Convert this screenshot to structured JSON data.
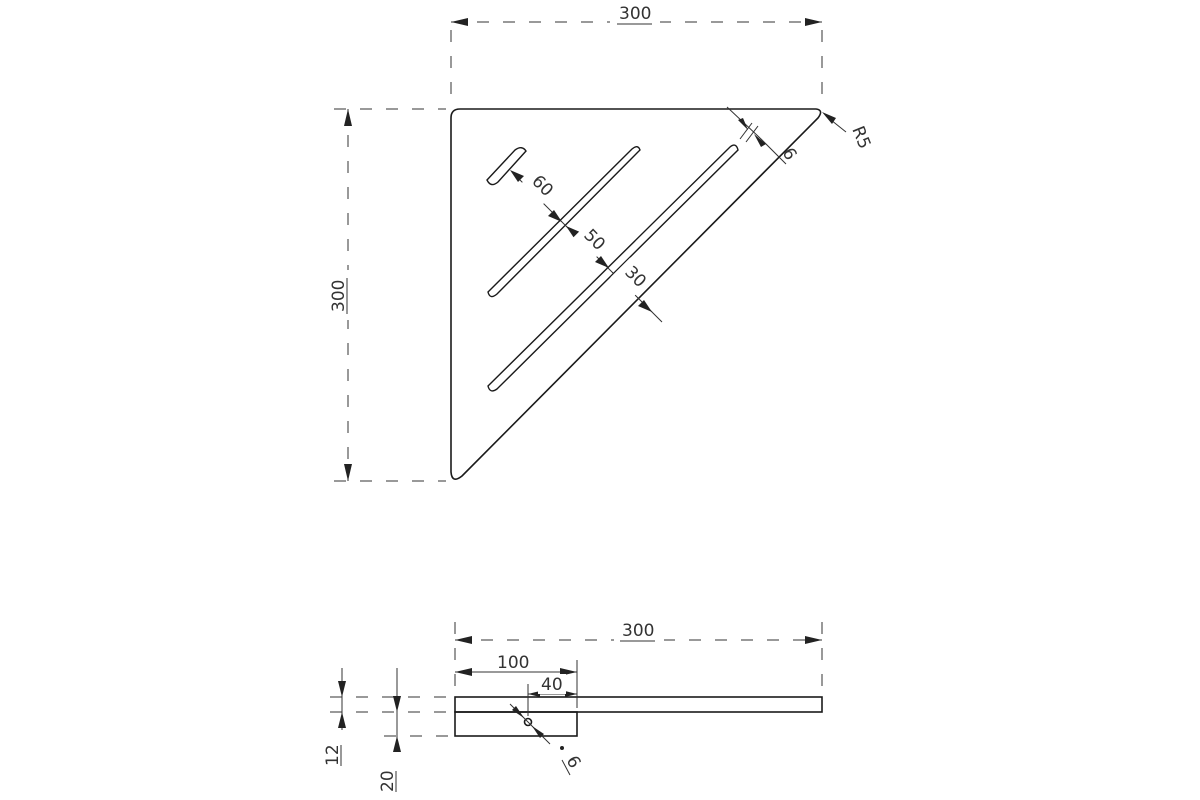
{
  "drawing": {
    "top_view": {
      "width_label": "300",
      "height_label": "300",
      "radius_label": "R5",
      "edge_gap_label": "6",
      "slot_spacing_1_label": "60",
      "slot_spacing_2_label": "50",
      "slot_spacing_3_label": "30"
    },
    "side_view": {
      "width_label": "300",
      "bracket_length_label": "100",
      "hole_offset_label": "40",
      "hole_diameter_label": "6",
      "shelf_thickness_label": "12",
      "bracket_height_label": "20"
    }
  }
}
